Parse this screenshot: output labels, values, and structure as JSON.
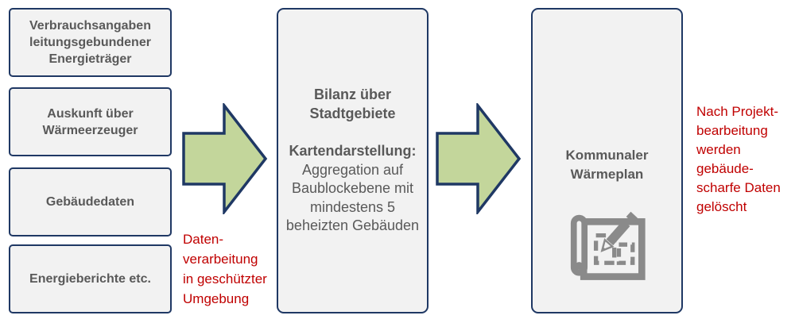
{
  "colors": {
    "box-fill": "#f2f2f2",
    "box-border": "#1f3864",
    "arrow-fill": "#c3d69b",
    "arrow-border": "#1f3864",
    "text-gray": "#595959",
    "note-red": "#c00000",
    "icon-gray": "#8a8a8a"
  },
  "sources": [
    {
      "label": "Verbrauchsangaben leitungsgebundener Energieträger"
    },
    {
      "label": "Auskunft über Wärmeerzeuger"
    },
    {
      "label": "Gebäudedaten"
    },
    {
      "label": "Energieberichte etc."
    }
  ],
  "process_box": {
    "title": "Bilanz über\nStadtgebiete",
    "subtitle": "Kartendarstellung:",
    "body": "Aggregation auf\nBaublockebene mit\nmindestens 5\nbeheizten Gebäuden"
  },
  "result_box": {
    "title": "Kommunaler Wärmeplan",
    "icon": "blueprint-pencil-icon"
  },
  "notes": {
    "left": "Daten-\nverarbeitung\nin geschützter\nUmgebung",
    "right": "Nach Projekt-\nbearbeitung\nwerden\ngebäude-\nscharfe Daten\ngelöscht"
  }
}
